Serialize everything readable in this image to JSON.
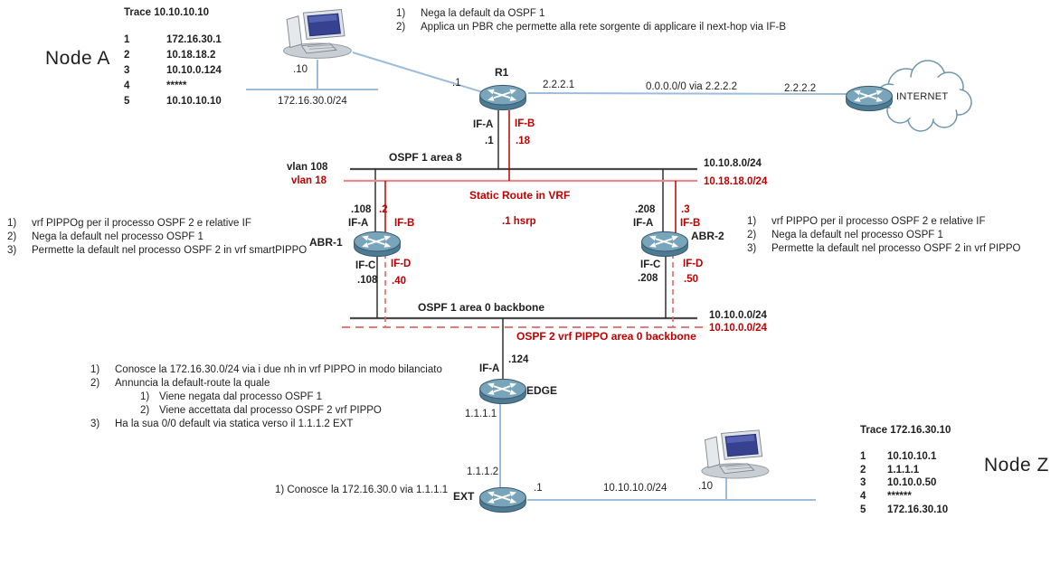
{
  "colors": {
    "red_text": "#c00000",
    "black_text": "#1f1f1f",
    "blue_link": "#9cbcdc",
    "black_bus": "#4a4a4a",
    "red_line": "#c00000",
    "pink_bus": "#e58c8c",
    "red_dashed": "#dd6a6a",
    "router_fill": "#79a5bb"
  },
  "node_a": {
    "name": "Node A",
    "host_ip": ".10",
    "lan": "172.16.30.0/24",
    "trace": {
      "title": "Trace 10.10.10.10",
      "rows": [
        {
          "hop": "1",
          "ip": "172.16.30.1"
        },
        {
          "hop": "2",
          "ip": "10.18.18.2"
        },
        {
          "hop": "3",
          "ip": "10.10.0.124"
        },
        {
          "hop": "4",
          "ip": "*****"
        },
        {
          "hop": "5",
          "ip": "10.10.10.10"
        }
      ]
    }
  },
  "r1": {
    "name": "R1",
    "uplink_ip": ".1",
    "wan_ip": "2.2.2.1",
    "default_route": "0.0.0.0/0 via 2.2.2.2",
    "isp_ip": "2.2.2.2",
    "if_a_label": "IF-A",
    "if_a_ip": ".1",
    "if_b_label": "IF-B",
    "if_b_ip": ".18",
    "notes": [
      {
        "n": "1)",
        "t": "Nega la default da OSPF 1"
      },
      {
        "n": "2)",
        "t": "Applica un PBR che permette alla rete sorgente di applicare il next-hop via IF-B"
      }
    ]
  },
  "internet": {
    "label": "INTERNET"
  },
  "segment_area8": {
    "vlan_black": "vlan 108",
    "vlan_red": "vlan 18",
    "ospf_label": "OSPF 1 area 8",
    "net_black": "10.10.8.0/24",
    "net_red": "10.18.18.0/24",
    "static_route_label": "Static Route in VRF",
    "hsrp_label": ".1 hsrp"
  },
  "abr1": {
    "name": "ABR-1",
    "if_a_label": "IF-A",
    "if_a_ip": ".108",
    "if_b_label": "IF-B",
    "if_b_ip": ".2",
    "if_c_label": "IF-C",
    "if_c_ip": ".108",
    "if_d_label": "IF-D",
    "if_d_ip": ".40",
    "notes": [
      {
        "n": "1)",
        "t": "vrf PIPPOg per il processo OSPF 2 e relative IF"
      },
      {
        "n": "2)",
        "t": "Nega la default nel processo OSPF 1"
      },
      {
        "n": "3)",
        "t": "Permette la default nel processo OSPF 2 in vrf smartPIPPO"
      }
    ]
  },
  "abr2": {
    "name": "ABR-2",
    "if_a_label": "IF-A",
    "if_a_ip": ".208",
    "if_b_label": "IF-B",
    "if_b_ip": ".3",
    "if_c_label": "IF-C",
    "if_c_ip": ".208",
    "if_d_label": "IF-D",
    "if_d_ip": ".50",
    "notes": [
      {
        "n": "1)",
        "t": "vrf PIPPO per il processo OSPF 2 e relative IF"
      },
      {
        "n": "2)",
        "t": "Nega la default nel processo OSPF 1"
      },
      {
        "n": "3)",
        "t": "Permette la default nel processo OSPF 2 in vrf PIPPO"
      }
    ]
  },
  "backbone": {
    "ospf1_label": "OSPF 1 area 0 backbone",
    "ospf2_label": "OSPF 2 vrf PIPPO area 0 backbone",
    "net_black": "10.10.0.0/24",
    "net_red": "10.10.0.0/24"
  },
  "edge": {
    "name": "EDGE",
    "if_a_label": "IF-A",
    "if_a_ip": ".124",
    "link_ip": "1.1.1.1",
    "notes": [
      {
        "n": "1)",
        "t": "Conosce la 172.16.30.0/24 via i due nh in vrf PIPPO in modo bilanciato"
      },
      {
        "n": "2)",
        "t": "Annuncia la default-route la quale"
      },
      {
        "n": "1)",
        "t": "Viene negata dal processo OSPF 1"
      },
      {
        "n": "2)",
        "t": "Viene accettata dal processo OSPF 2 vrf PIPPO"
      },
      {
        "n": "3)",
        "t": "Ha la sua 0/0 default via statica verso il 1.1.1.2 EXT"
      }
    ]
  },
  "ext": {
    "name": "EXT",
    "link_ip": "1.1.1.2",
    "note": "1) Conosce la 172.16.30.0 via 1.1.1.1",
    "lan_ip": ".1",
    "lan": "10.10.10.0/24"
  },
  "node_z": {
    "name": "Node Z",
    "host_ip": ".10",
    "trace": {
      "title": "Trace 172.16.30.10",
      "rows": [
        {
          "hop": "1",
          "ip": "10.10.10.1"
        },
        {
          "hop": "2",
          "ip": "1.1.1.1"
        },
        {
          "hop": "3",
          "ip": "10.10.0.50"
        },
        {
          "hop": "4",
          "ip": "******"
        },
        {
          "hop": "5",
          "ip": "172.16.30.10"
        }
      ]
    }
  }
}
